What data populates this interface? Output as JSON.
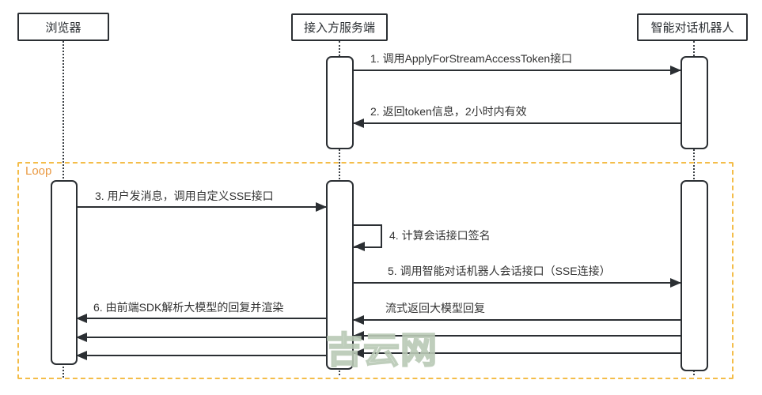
{
  "diagram": {
    "kind": "sequence-diagram",
    "actors": [
      {
        "label": "浏览器"
      },
      {
        "label": "接入方服务端"
      },
      {
        "label": "智能对话机器人"
      }
    ],
    "messages": [
      {
        "label": "1. 调用ApplyForStreamAccessToken接口",
        "from": "接入方服务端",
        "to": "智能对话机器人",
        "direction": "right"
      },
      {
        "label": "2. 返回token信息，2小时内有效",
        "from": "智能对话机器人",
        "to": "接入方服务端",
        "direction": "left"
      },
      {
        "label": "3. 用户发消息，调用自定义SSE接口",
        "from": "浏览器",
        "to": "接入方服务端",
        "direction": "right"
      },
      {
        "label": "4. 计算会话接口签名",
        "from": "接入方服务端",
        "to": "接入方服务端",
        "direction": "self"
      },
      {
        "label": "5. 调用智能对话机器人会话接口（SSE连接）",
        "from": "接入方服务端",
        "to": "智能对话机器人",
        "direction": "right"
      },
      {
        "label": "6. 由前端SDK解析大模型的回复并渲染",
        "from": "接入方服务端",
        "to": "浏览器",
        "direction": "left",
        "arrow_count": 3
      },
      {
        "label": "流式返回大模型回复",
        "from": "智能对话机器人",
        "to": "接入方服务端",
        "direction": "left",
        "arrow_count": 3
      }
    ],
    "loop": {
      "label": "Loop"
    },
    "watermark": "吉云网",
    "colors": {
      "line": "#2b2f33",
      "text": "#333333",
      "loop_border": "#f4bd49",
      "loop_label": "#ea9a43",
      "watermark": "#b9c9b5",
      "background": "#ffffff"
    }
  }
}
